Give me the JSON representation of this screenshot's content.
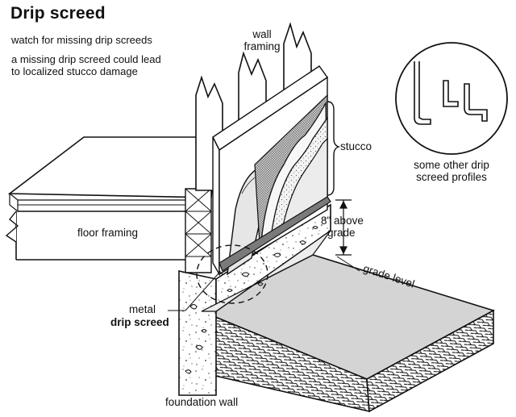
{
  "title": "Drip screed",
  "notes": [
    "watch for missing drip screeds",
    "a missing drip screed could lead",
    "to localized stucco damage"
  ],
  "labels": {
    "wall_framing": [
      "wall",
      "framing"
    ],
    "stucco": "stucco",
    "profiles": [
      "some other drip",
      "screed profiles"
    ],
    "clearance": [
      "8\" above",
      "grade"
    ],
    "floor_framing": "floor framing",
    "grade_level": "grade level",
    "metal": "metal",
    "drip_screed": "drip screed",
    "foundation_wall": "foundation wall"
  }
}
